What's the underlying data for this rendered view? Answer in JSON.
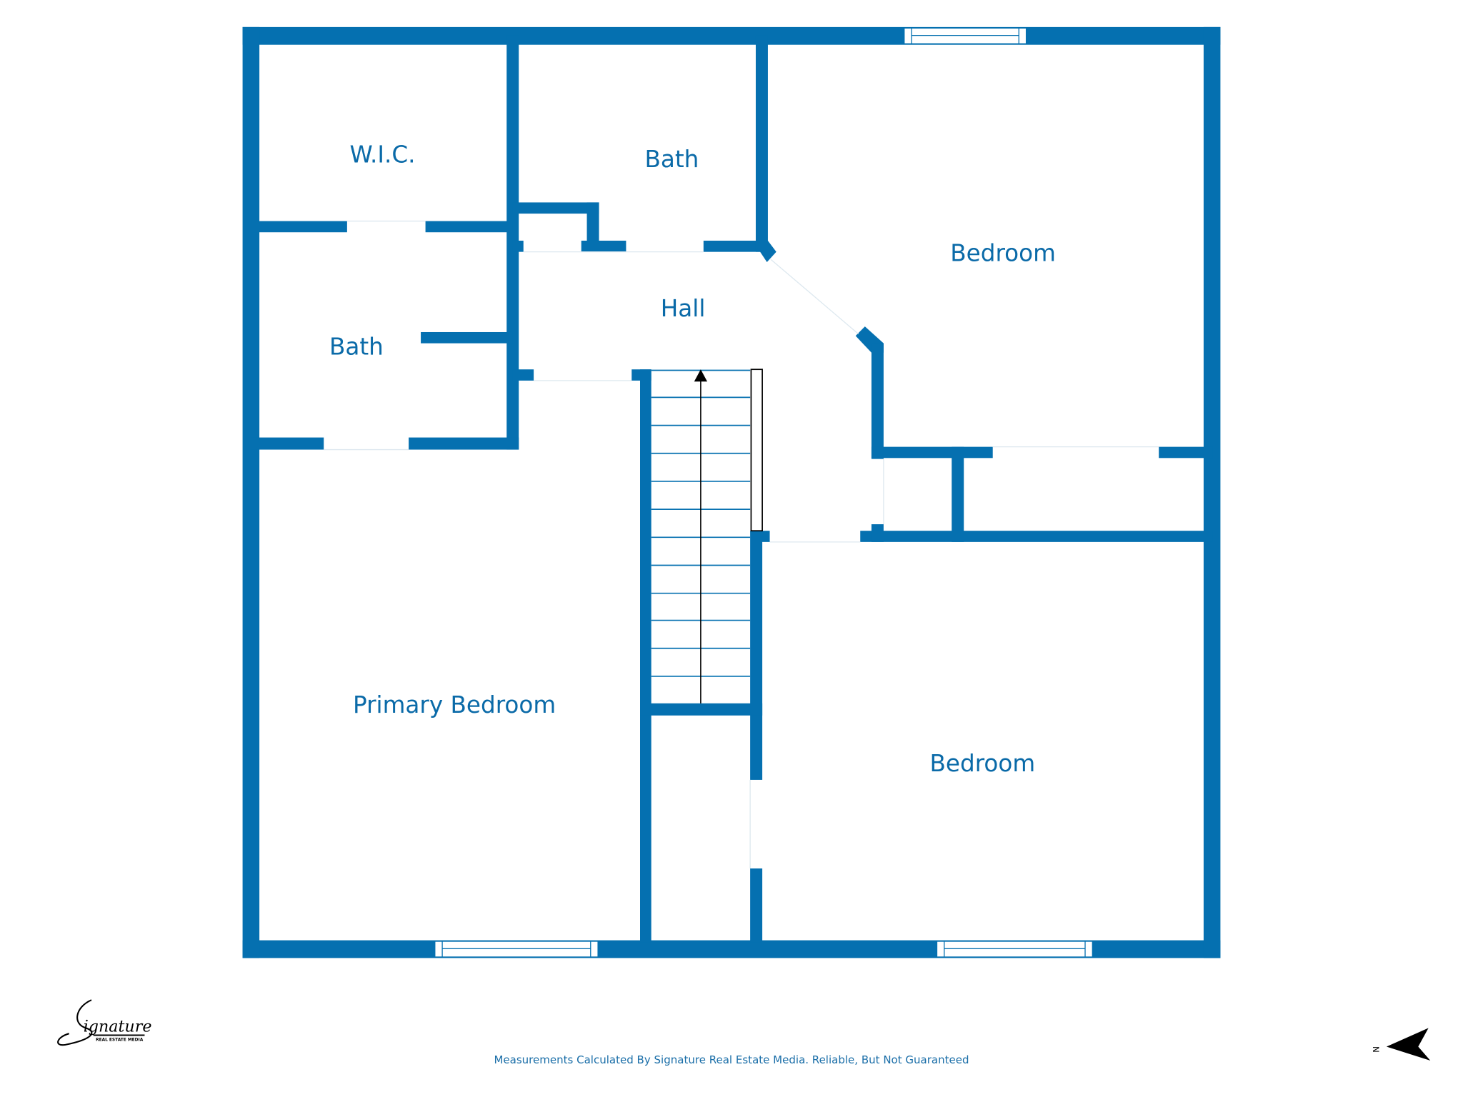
{
  "floorplan": {
    "wall_color": "#0570b0",
    "rooms": [
      {
        "id": "wic",
        "label": "W.I.C."
      },
      {
        "id": "bath-upper",
        "label": "Bath"
      },
      {
        "id": "bedroom-ne",
        "label": "Bedroom"
      },
      {
        "id": "hall",
        "label": "Hall"
      },
      {
        "id": "bath-left",
        "label": "Bath"
      },
      {
        "id": "primary-bedroom",
        "label": "Primary Bedroom"
      },
      {
        "id": "bedroom-se",
        "label": "Bedroom"
      }
    ],
    "stair_direction": "up"
  },
  "footer": {
    "disclaimer": "Measurements Calculated By Signature Real Estate Media. Reliable, But Not Guaranteed",
    "logo_text": "Signature",
    "logo_subtext": "REAL ESTATE MEDIA",
    "compass_label": "N"
  }
}
